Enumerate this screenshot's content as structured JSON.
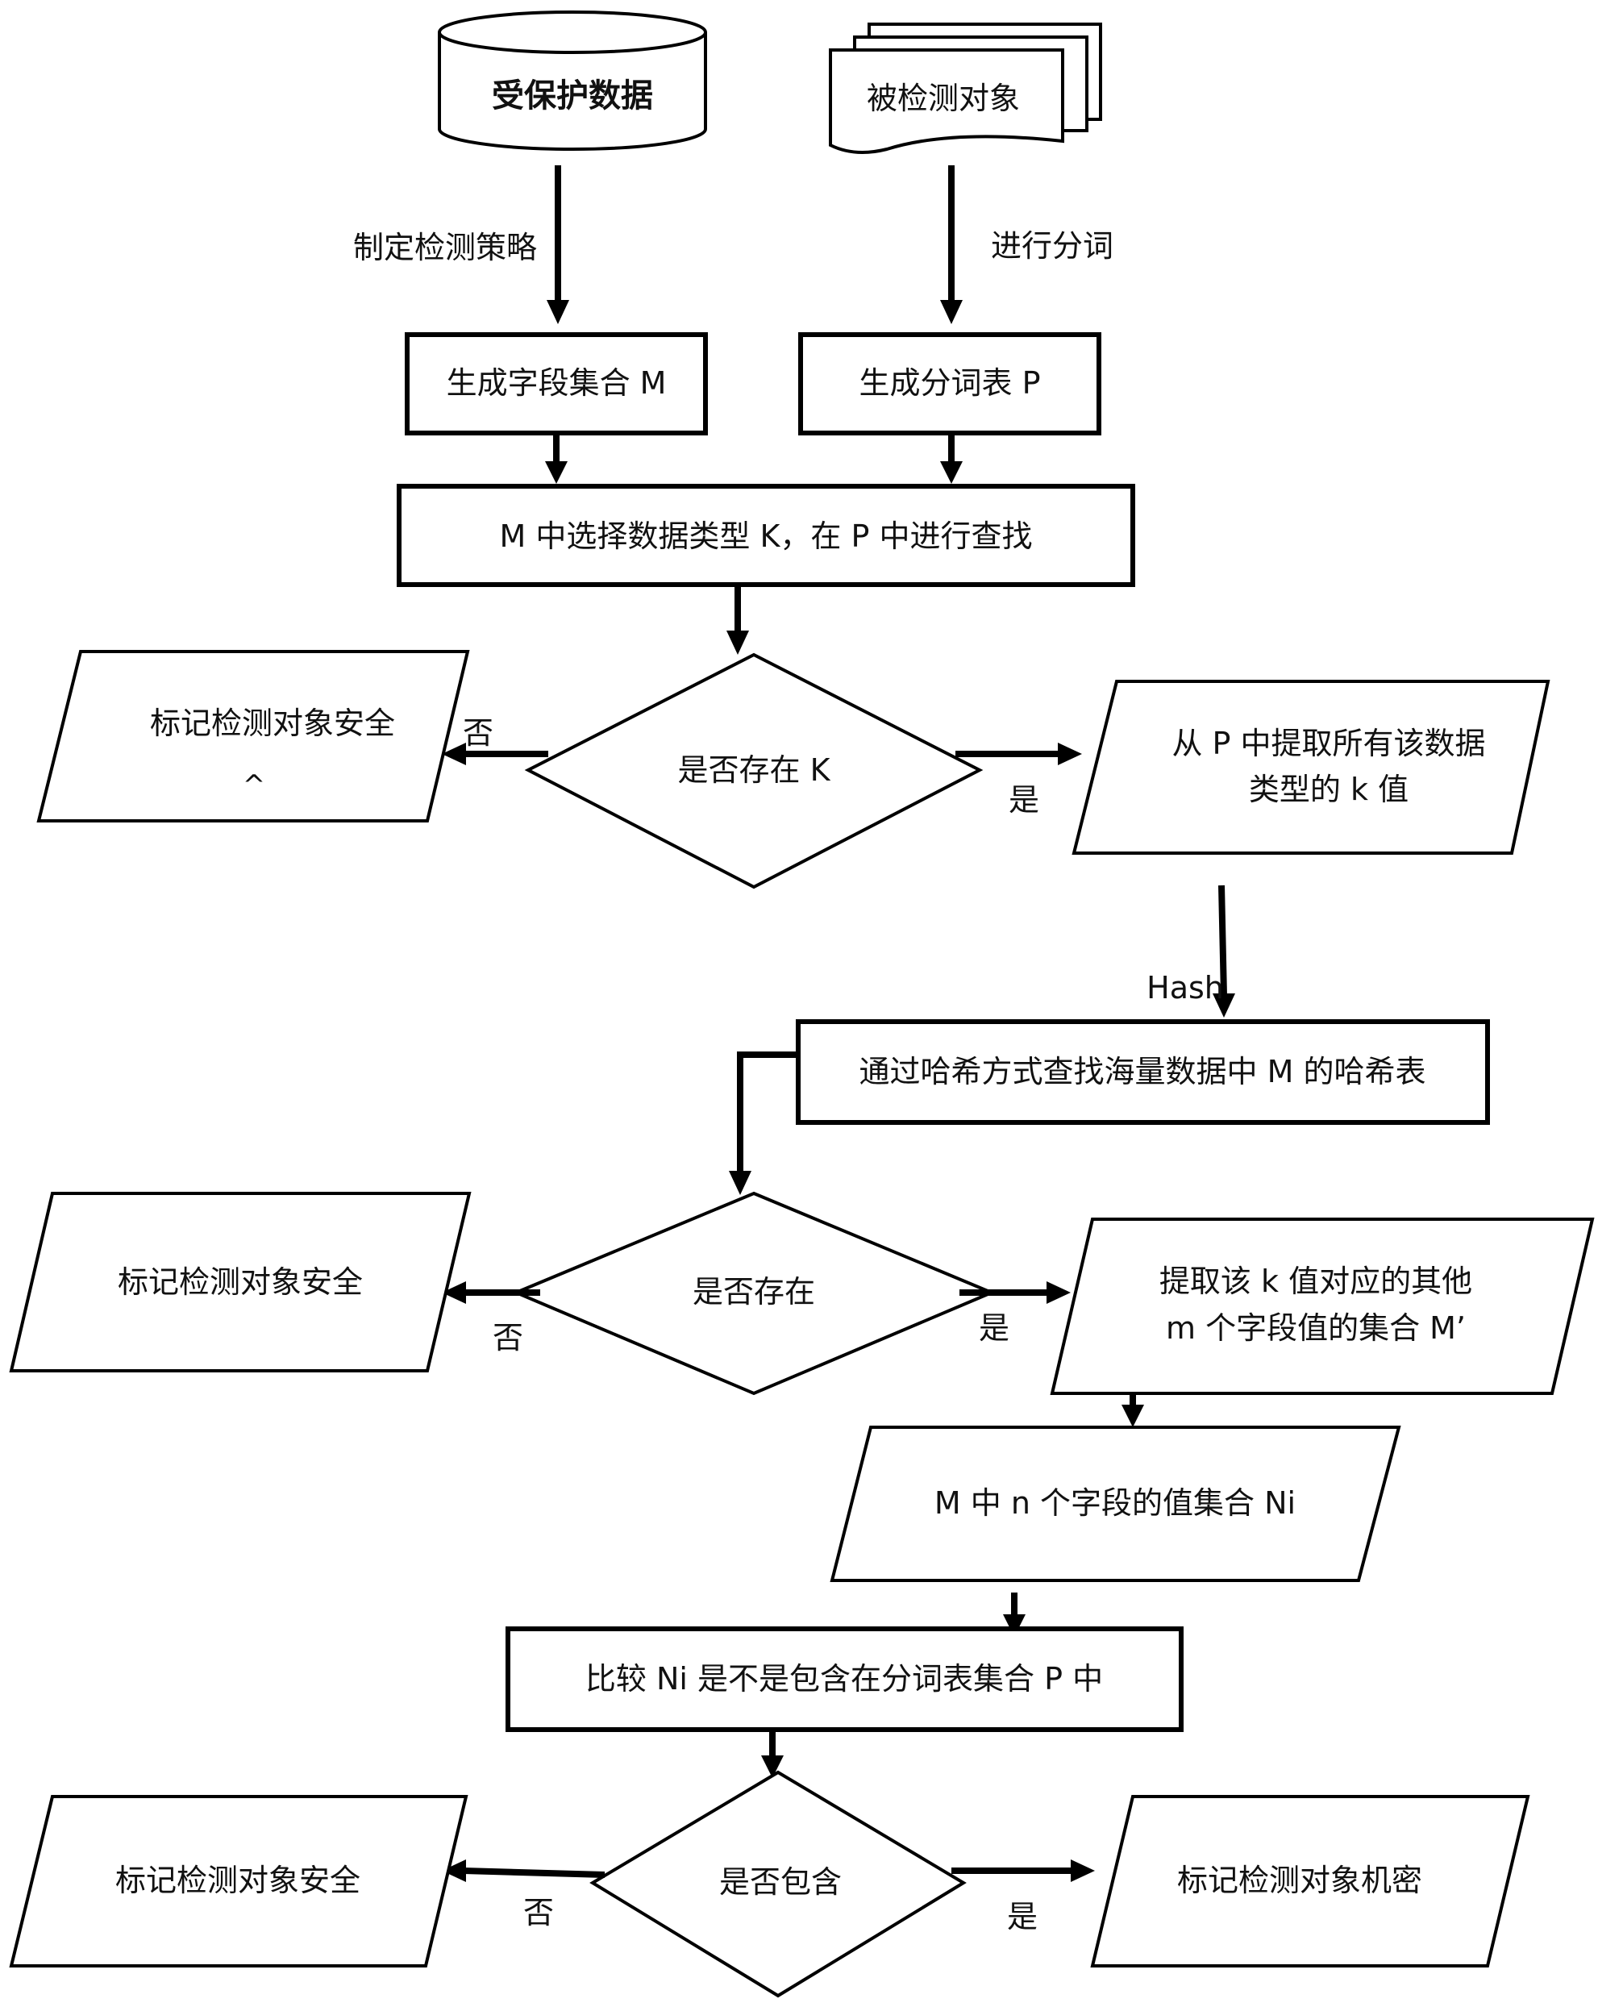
{
  "nodes": {
    "protected_data": "受保护数据",
    "detected_object": "被检测对象",
    "field_set": "生成字段集合 M",
    "token_table": "生成分词表 P",
    "select_search": "M 中选择数据类型 K，在 P 中进行查找",
    "decision_k": "是否存在 K",
    "safe_1_line1": "标记检测对象安全",
    "safe_1_line2": "^",
    "extract_k_line1": "从 P 中提取所有该数据",
    "extract_k_line2": "类型的 k 值",
    "hash_lookup": "通过哈希方式查找海量数据中 M 的哈希表",
    "decision_exist": "是否存在",
    "safe_2": "标记检测对象安全",
    "extract_m_line1": "提取该 k 值对应的其他",
    "extract_m_line2": "m 个字段值的集合 M’",
    "ni_set": "M 中 n 个字段的值集合 Ni",
    "compare": "比较 Ni 是不是包含在分词表集合 P 中",
    "decision_contain": "是否包含",
    "safe_3": "标记检测对象安全",
    "secret": "标记检测对象机密"
  },
  "edges": {
    "make_policy": "制定检测策略",
    "tokenize": "进行分词",
    "no": "否",
    "yes": "是",
    "hash": "Hash"
  }
}
